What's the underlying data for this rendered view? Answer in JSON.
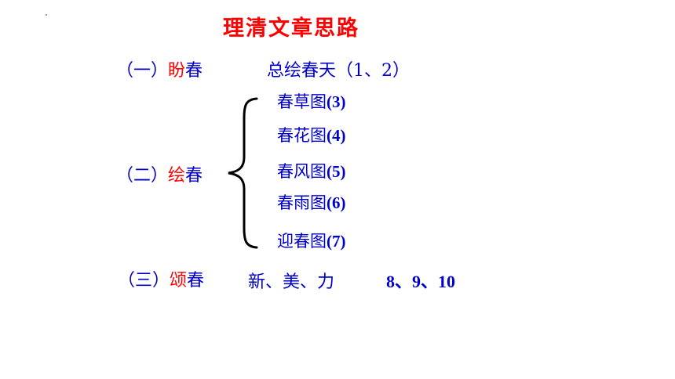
{
  "title": "理清文章思路",
  "sections": [
    {
      "prefix": "（一）",
      "key": "盼",
      "suffix": "春",
      "content": "总绘春天（1、2）"
    },
    {
      "prefix": "（二）",
      "key": "绘",
      "suffix": "春"
    },
    {
      "prefix": "（三）",
      "key": "颂",
      "suffix": "春",
      "content": "新、美、力",
      "content_numbers": "8、9、10"
    }
  ],
  "pictures": [
    {
      "label": "春草图",
      "num": "(3)"
    },
    {
      "label": "春花图",
      "num": "(4)"
    },
    {
      "label": "春风图",
      "num": "(5)"
    },
    {
      "label": "春雨图",
      "num": "(6)"
    },
    {
      "label": "迎春图",
      "num": "(7)"
    }
  ],
  "colors": {
    "title": "#ff0000",
    "keyword": "#ff0000",
    "text": "#0000cc"
  }
}
